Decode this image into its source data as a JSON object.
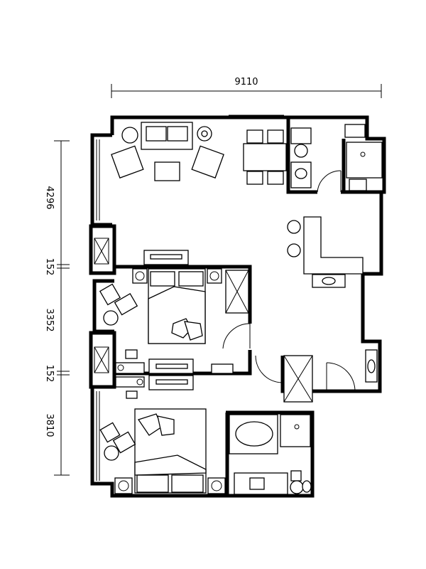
{
  "dimensions": {
    "total_width": "9110",
    "left_side": [
      "4296",
      "152",
      "3352",
      "152",
      "3810"
    ]
  }
}
